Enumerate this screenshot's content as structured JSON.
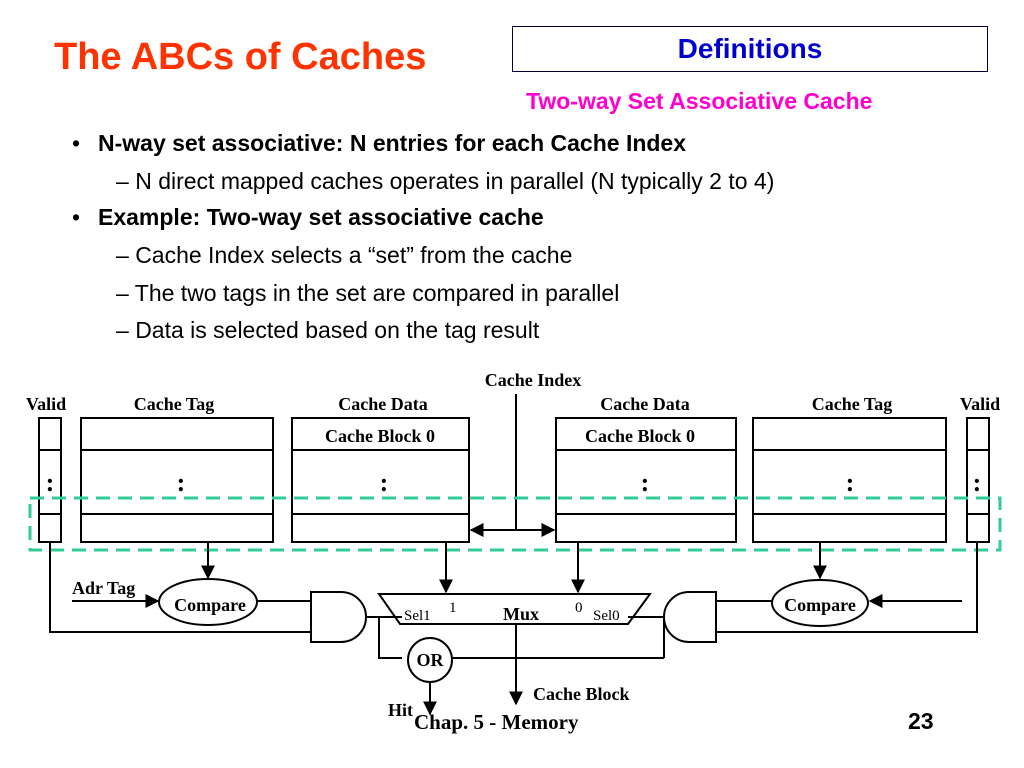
{
  "slide": {
    "title": "The ABCs of Caches",
    "section_label": "Definitions",
    "subtitle": "Two-way Set Associative Cache",
    "footer": "Chap. 5 - Memory",
    "page_number": "23"
  },
  "bullets": [
    {
      "text": "N-way set associative: N entries for each Cache Index",
      "subs": [
        "N direct mapped caches operates in parallel (N typically 2 to 4)"
      ]
    },
    {
      "text": "Example: Two-way set associative cache",
      "subs": [
        "Cache Index selects a “set” from the cache",
        "The two tags in the set are compared in parallel",
        "Data is selected based on the tag result"
      ]
    }
  ],
  "diagram": {
    "cache_index": "Cache Index",
    "valid_left": "Valid",
    "cache_tag_left": "Cache Tag",
    "cache_data_left": "Cache Data",
    "cache_block_left": "Cache Block 0",
    "cache_data_right": "Cache Data",
    "cache_block_right": "Cache Block 0",
    "cache_tag_right": "Cache Tag",
    "valid_right": "Valid",
    "ellipsis": ":",
    "adr_tag": "Adr Tag",
    "compare_left": "Compare",
    "compare_right": "Compare",
    "sel1": "Sel1",
    "mux_in1": "1",
    "mux": "Mux",
    "mux_in0": "0",
    "sel0": "Sel0",
    "or_gate": "OR",
    "hit": "Hit",
    "cache_block_out": "Cache Block",
    "colors": {
      "title": "#ff3300",
      "definitions": "#0000cc",
      "subtitle": "#ff00cc",
      "highlight": "#33cc99"
    }
  }
}
